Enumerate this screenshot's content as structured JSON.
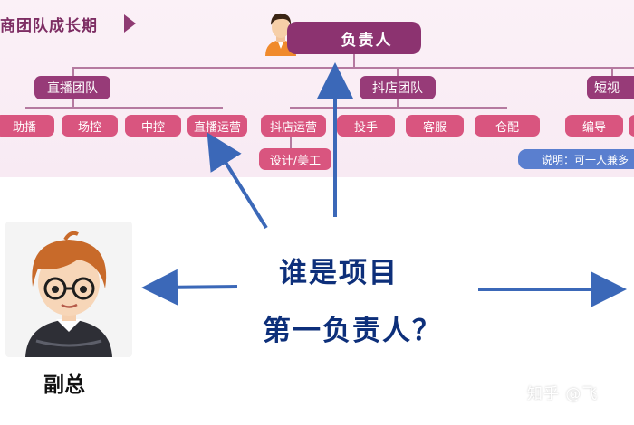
{
  "header": {
    "title": "商团队成长期"
  },
  "lead": {
    "label": "负责人"
  },
  "teams": [
    {
      "label": "直播团队",
      "roles": [
        "助播",
        "场控",
        "中控",
        "直播运营"
      ]
    },
    {
      "label": "抖店团队",
      "roles": [
        "抖店运营",
        "投手",
        "客服",
        "仓配"
      ],
      "sub_role": "设计/美工"
    },
    {
      "label": "短视",
      "roles": [
        "编导"
      ]
    }
  ],
  "note": {
    "text": "说明：可一人兼多"
  },
  "question": {
    "line1": "谁是项目",
    "line2": "第一负责人？"
  },
  "vp": {
    "label": "副总"
  },
  "watermark": {
    "text": "知乎 @飞"
  },
  "colors": {
    "lead": "#8c3370",
    "team": "#973b78",
    "role": "#d9557f",
    "note": "#5a7fcf",
    "question": "#0d2f7a",
    "arrow": "#3b68b8"
  }
}
